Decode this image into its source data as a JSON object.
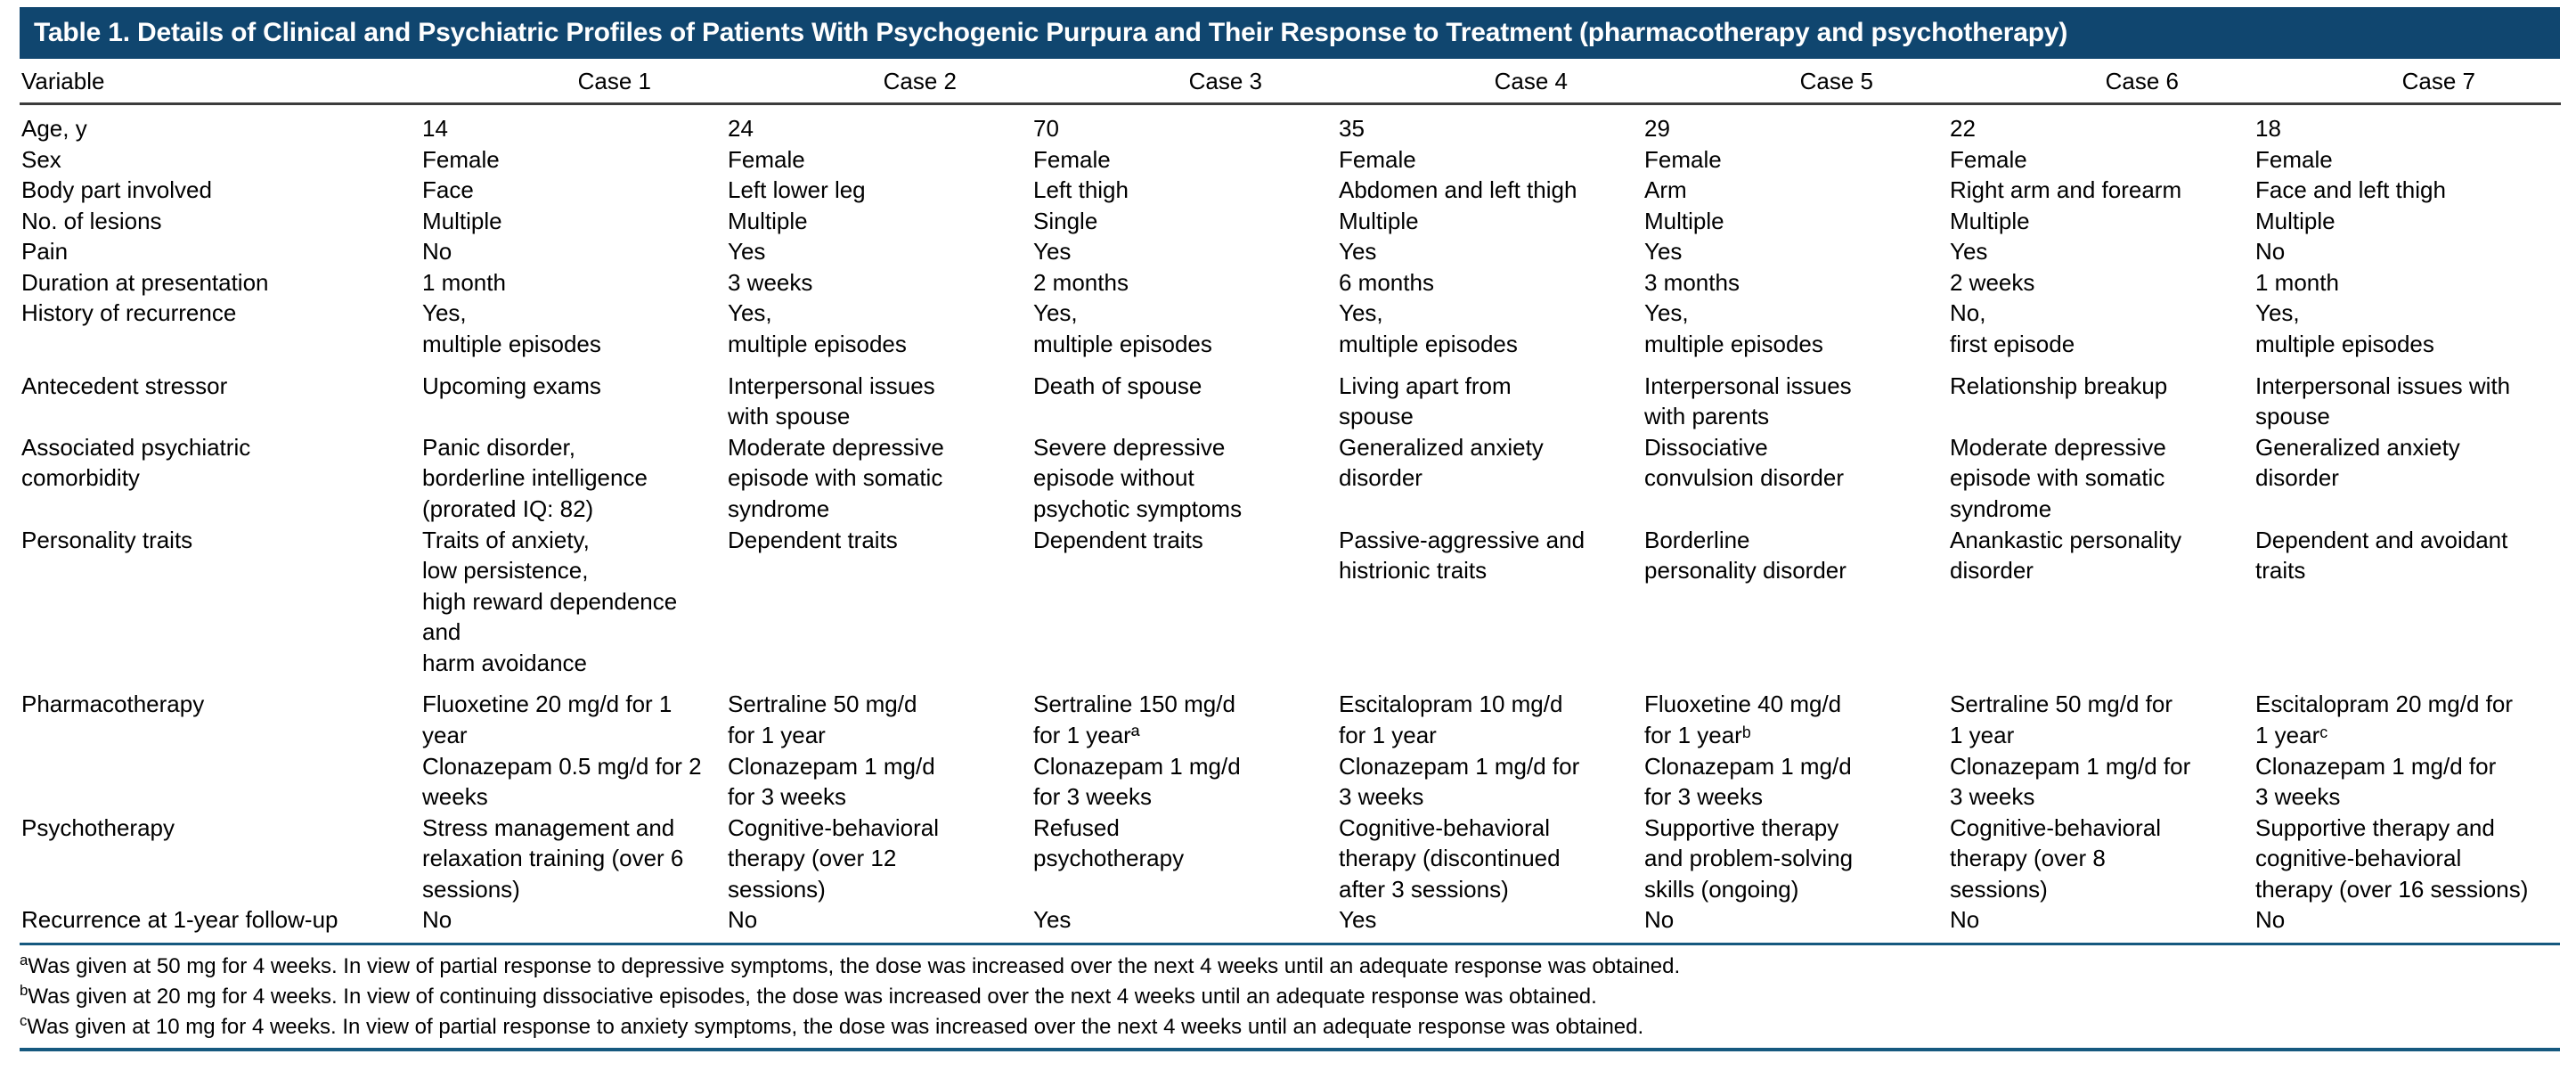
{
  "table": {
    "title": "Table 1. Details of Clinical and Psychiatric Profiles of Patients With Psychogenic Purpura and Their Response to Treatment (pharmacotherapy and psychotherapy)",
    "accent_color": "#10466f",
    "rule_color": "#16597f",
    "columns": [
      "Variable",
      "Case 1",
      "Case 2",
      "Case 3",
      "Case 4",
      "Case 5",
      "Case 6",
      "Case 7"
    ],
    "rows": [
      {
        "variable": "Age, y",
        "cells": [
          "14",
          "24",
          "70",
          "35",
          "29",
          "22",
          "18"
        ]
      },
      {
        "variable": "Sex",
        "cells": [
          "Female",
          "Female",
          "Female",
          "Female",
          "Female",
          "Female",
          "Female"
        ]
      },
      {
        "variable": "Body part involved",
        "cells": [
          "Face",
          "Left lower leg",
          "Left thigh",
          "Abdomen and left thigh",
          "Arm",
          "Right arm and forearm",
          "Face and left thigh"
        ]
      },
      {
        "variable": "No. of lesions",
        "cells": [
          "Multiple",
          "Multiple",
          "Single",
          "Multiple",
          "Multiple",
          "Multiple",
          "Multiple"
        ]
      },
      {
        "variable": "Pain",
        "cells": [
          "No",
          "Yes",
          "Yes",
          "Yes",
          "Yes",
          "Yes",
          "No"
        ]
      },
      {
        "variable": "Duration at presentation",
        "cells": [
          "1 month",
          "3 weeks",
          "2 months",
          "6 months",
          "3 months",
          "2 weeks",
          "1 month"
        ]
      },
      {
        "variable": "History of recurrence",
        "cells": [
          "Yes,\nmultiple episodes",
          "Yes,\nmultiple episodes",
          "Yes,\nmultiple episodes",
          "Yes,\nmultiple episodes",
          "Yes,\nmultiple episodes",
          "No,\nfirst episode",
          "Yes,\nmultiple episodes"
        ]
      },
      {
        "variable": "Antecedent stressor",
        "cells": [
          "Upcoming exams",
          "Interpersonal issues\nwith spouse",
          "Death of spouse",
          "Living apart from\nspouse",
          "Interpersonal issues\nwith parents",
          "Relationship breakup",
          "Interpersonal issues with\nspouse"
        ]
      },
      {
        "variable": "Associated psychiatric\ncomorbidity",
        "cells": [
          "Panic disorder,\nborderline intelligence\n(prorated IQ: 82)",
          "Moderate depressive\nepisode with somatic\nsyndrome",
          "Severe depressive\nepisode without\npsychotic symptoms",
          "Generalized anxiety\ndisorder",
          "Dissociative\nconvulsion disorder",
          "Moderate depressive\nepisode with somatic\nsyndrome",
          "Generalized anxiety\ndisorder"
        ]
      },
      {
        "variable": "Personality traits",
        "cells": [
          "Traits of anxiety,\nlow persistence,\nhigh reward dependence and\nharm avoidance",
          "Dependent traits",
          "Dependent traits",
          "Passive-aggressive and\nhistrionic traits",
          "Borderline\npersonality disorder",
          "Anankastic personality\ndisorder",
          "Dependent and avoidant\ntraits"
        ]
      },
      {
        "variable": "Pharmacotherapy",
        "cells": [
          "Fluoxetine 20 mg/d for 1 year\nClonazepam 0.5 mg/d for 2\nweeks",
          "Sertraline 50 mg/d\nfor 1 year\nClonazepam 1 mg/d\nfor 3 weeks",
          "Sertraline 150 mg/d\nfor 1 yearª\nClonazepam 1 mg/d\nfor 3 weeks",
          "Escitalopram 10 mg/d\nfor 1 year\nClonazepam 1 mg/d for\n3 weeks",
          "Fluoxetine 40 mg/d\nfor 1 yearᵇ\nClonazepam 1 mg/d\nfor 3 weeks",
          "Sertraline 50 mg/d for\n1 year\nClonazepam 1 mg/d for\n3 weeks",
          "Escitalopram 20 mg/d for\n1 yearᶜ\nClonazepam 1 mg/d for\n3 weeks"
        ]
      },
      {
        "variable": "Psychotherapy",
        "cells": [
          "Stress management and\nrelaxation training (over 6\nsessions)",
          "Cognitive-behavioral\ntherapy (over 12\nsessions)",
          "Refused\npsychotherapy",
          "Cognitive-behavioral\ntherapy (discontinued\nafter 3 sessions)",
          "Supportive therapy\nand problem-solving\nskills (ongoing)",
          "Cognitive-behavioral\ntherapy (over 8\nsessions)",
          "Supportive therapy and\ncognitive-behavioral\ntherapy (over 16 sessions)"
        ]
      },
      {
        "variable": "Recurrence at 1-year follow-up",
        "cells": [
          "No",
          "No",
          "Yes",
          "Yes",
          "No",
          "No",
          "No"
        ]
      }
    ],
    "footnotes": [
      {
        "marker": "a",
        "text": "Was given at 50 mg for 4 weeks. In view of partial response to depressive symptoms, the dose was increased over the next 4 weeks until an adequate response was obtained."
      },
      {
        "marker": "b",
        "text": "Was given at 20 mg for 4 weeks. In view of continuing dissociative episodes, the dose was increased over the next 4 weeks until an adequate response was obtained."
      },
      {
        "marker": "c",
        "text": "Was given at 10 mg for 4 weeks. In view of partial response to anxiety symptoms, the dose was increased over the next 4 weeks until an adequate response was obtained."
      }
    ]
  }
}
